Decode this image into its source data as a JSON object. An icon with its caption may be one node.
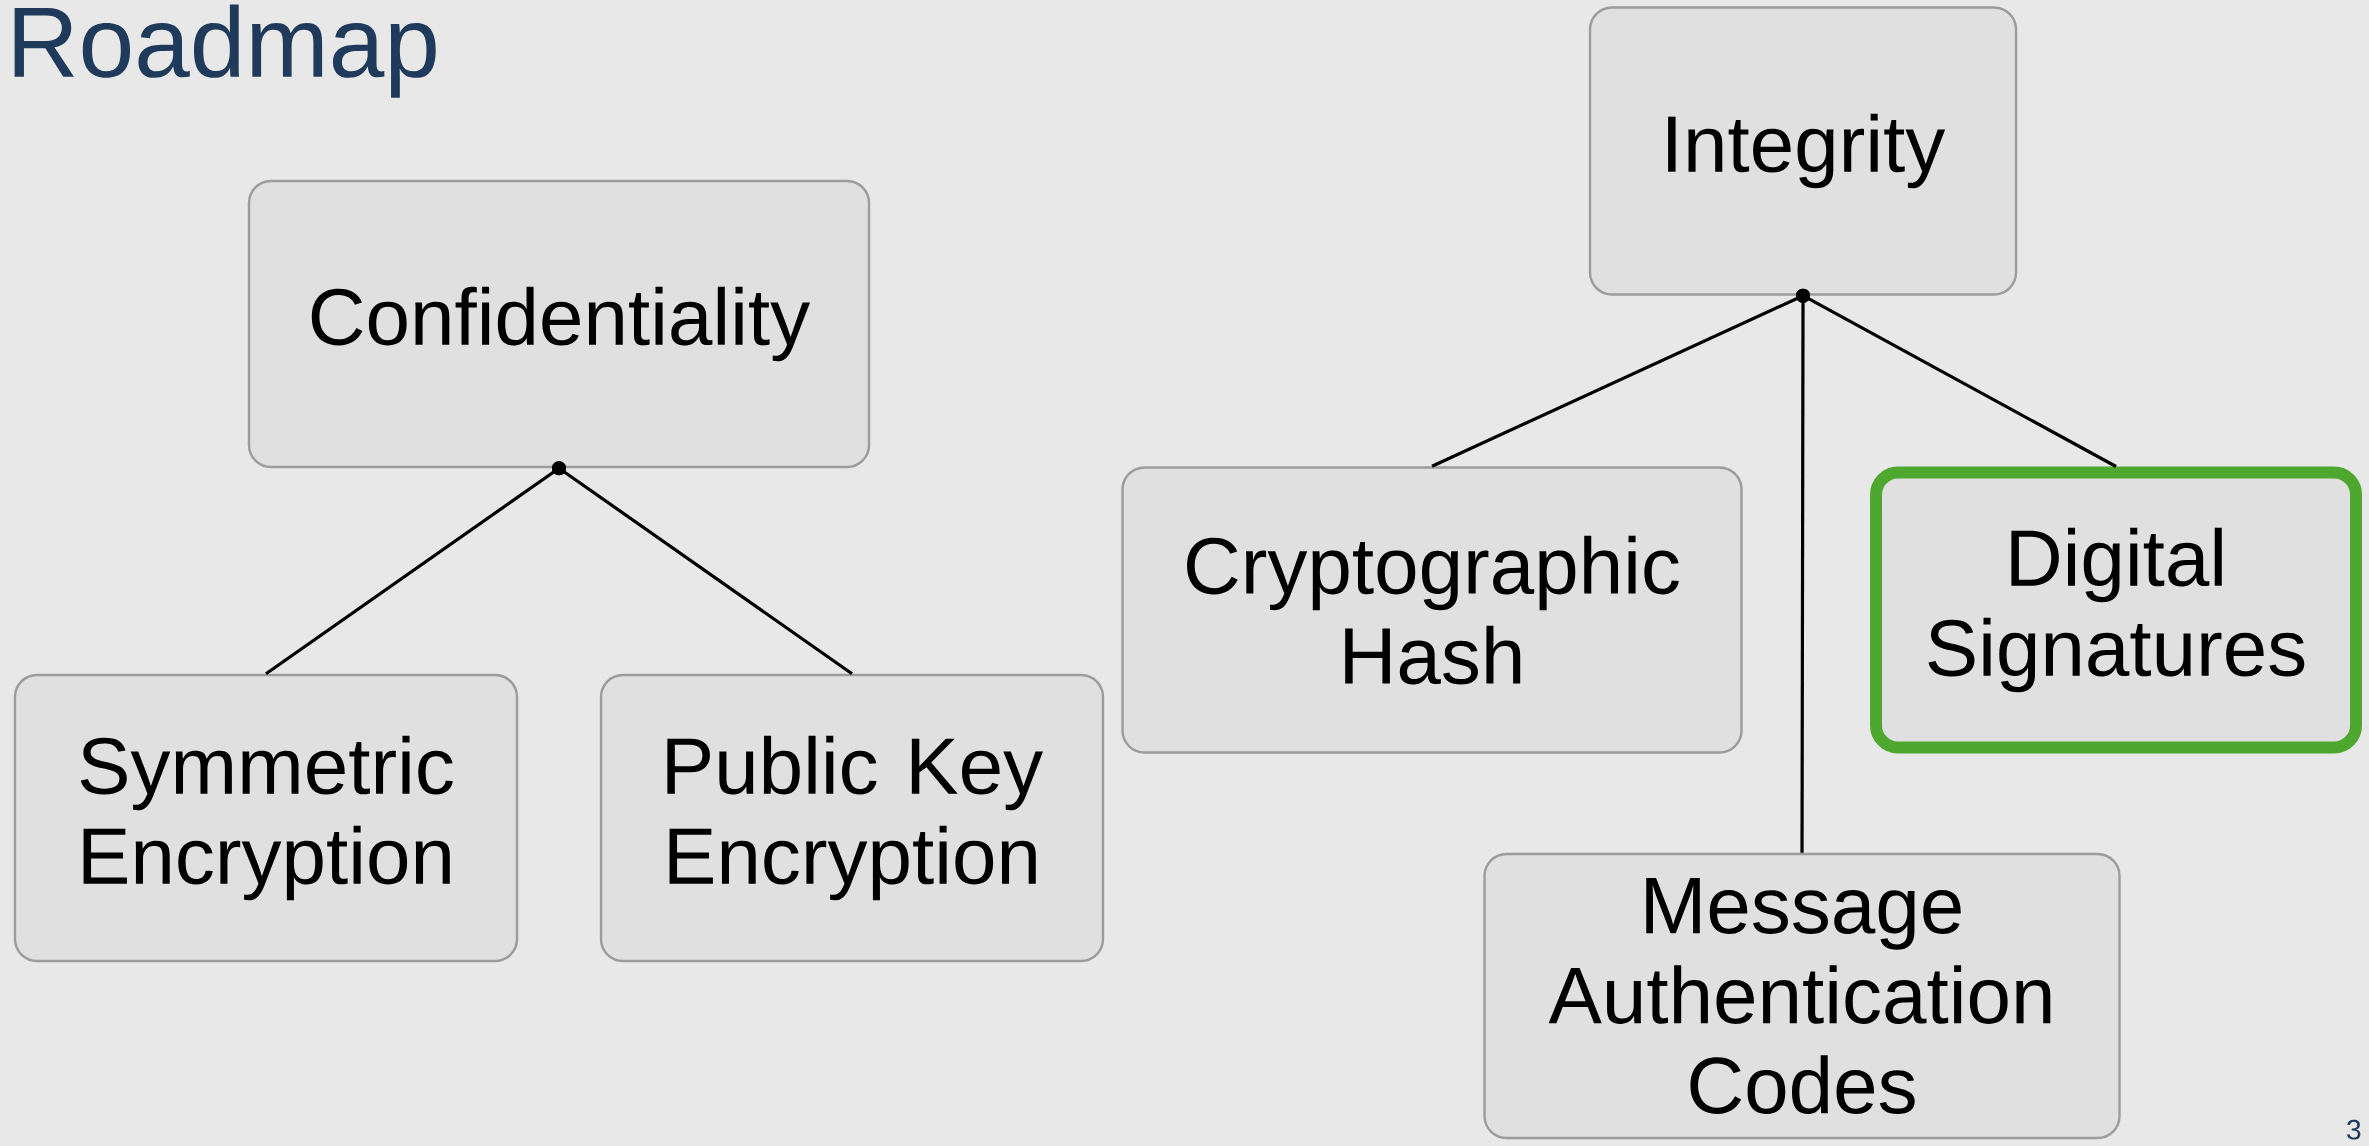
{
  "diagram": {
    "title": "Roadmap",
    "nodes": [
      {
        "text": [
          "Confidentiality"
        ]
      },
      {
        "text": [
          "Symmetric Encryption"
        ]
      },
      {
        "text": [
          "Public Key Encryption"
        ]
      },
      {
        "text": [
          "Integrity"
        ]
      },
      {
        "text": [
          "Cryptographic Hash"
        ]
      },
      {
        "text": [
          "Digital Signatures"
        ]
      },
      {
        "text": [
          "Message Authentication Codes"
        ]
      }
    ],
    "edges": [
      {
        "from": 0,
        "to": 1,
        "arrow": "other"
      },
      {
        "from": 0,
        "to": 2,
        "arrow": "other"
      },
      {
        "from": 3,
        "to": 4,
        "arrow": "other"
      },
      {
        "from": 3,
        "to": 6,
        "arrow": "other"
      },
      {
        "from": 3,
        "to": 5,
        "arrow": "other"
      }
    ],
    "labels": [
      "3"
    ]
  }
}
